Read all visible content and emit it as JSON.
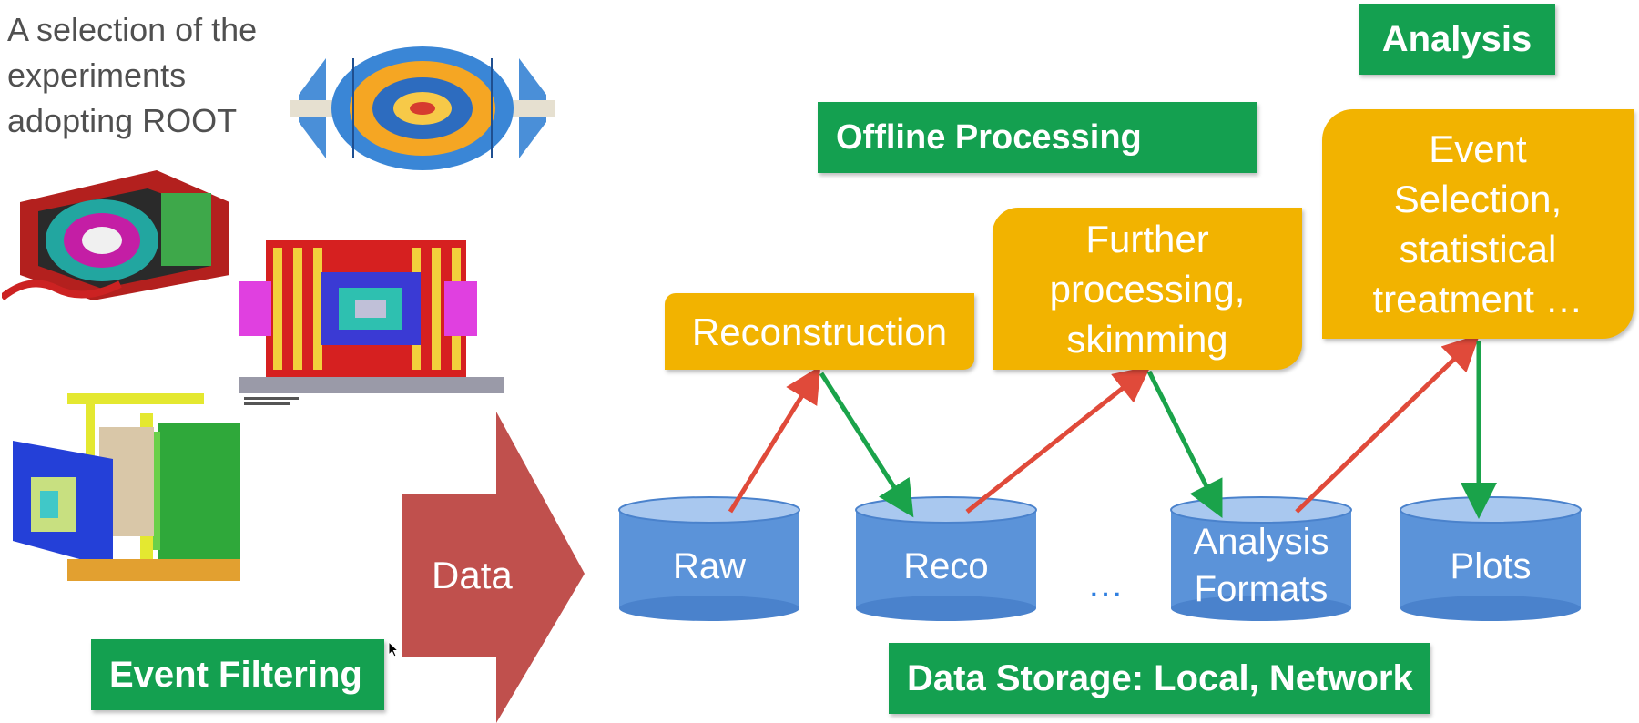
{
  "intro_text": "A selection of the experiments adopting ROOT",
  "boxes": {
    "analysis": "Analysis",
    "offline_processing": "Offline Processing",
    "event_filtering": "Event Filtering",
    "data_storage": "Data Storage: Local, Network"
  },
  "steps": {
    "reconstruction": "Reconstruction",
    "further_processing": "Further\nprocessing,\nskimming",
    "event_selection": "Event\nSelection,\nstatistical\ntreatment …"
  },
  "arrow_label": "Data",
  "storage": {
    "raw": "Raw",
    "reco": "Reco",
    "ellipsis": "…",
    "analysis_formats": "Analysis\nFormats",
    "plots": "Plots"
  },
  "colors": {
    "green": "#14a050",
    "orange": "#f2b300",
    "red_arrow": "#c0504d",
    "cylinder": "#5b9bd5",
    "input_arrow": "#e04a3a",
    "output_arrow": "#1aa34a"
  },
  "icons": [
    "experiment-detector-image-1",
    "experiment-detector-image-2",
    "experiment-detector-image-3",
    "experiment-detector-image-4",
    "mouse-cursor-icon"
  ]
}
